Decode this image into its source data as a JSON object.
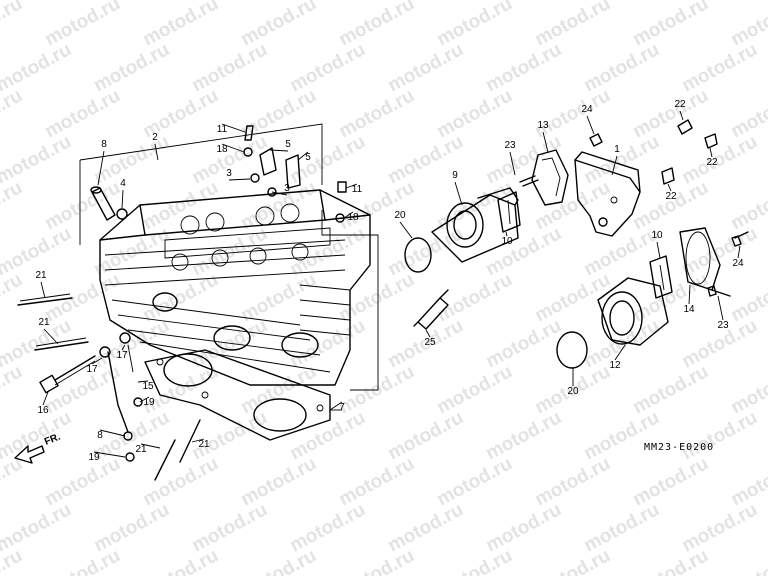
{
  "watermark": "motod.ru",
  "diagram_code": "MM23-E0200",
  "front_label": "FR.",
  "callouts": [
    "1",
    "2",
    "3",
    "3",
    "4",
    "5",
    "5",
    "7",
    "8",
    "8",
    "9",
    "10",
    "10",
    "11",
    "11",
    "12",
    "13",
    "14",
    "15",
    "16",
    "17",
    "17",
    "18",
    "18",
    "19",
    "19",
    "20",
    "20",
    "21",
    "21",
    "21",
    "21",
    "22",
    "22",
    "22",
    "23",
    "23",
    "24",
    "24",
    "25"
  ]
}
